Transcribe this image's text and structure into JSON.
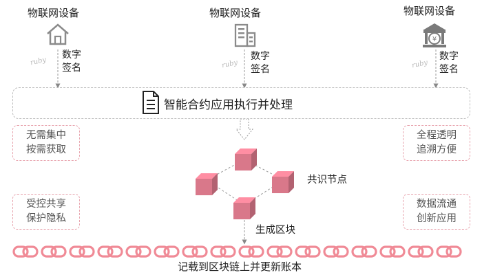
{
  "devices": [
    {
      "label": "物联网设备",
      "icon": "house-icon"
    },
    {
      "label": "物联网设备",
      "icon": "office-building-icon"
    },
    {
      "label": "物联网设备",
      "icon": "bank-yen-icon"
    }
  ],
  "signature": {
    "line1": "数字",
    "line2": "签名",
    "watermark": "ruby"
  },
  "contract": {
    "text": "智能合约应用执行并处理",
    "icon": "document-icon"
  },
  "features": {
    "left_top": [
      "无需集中",
      "按需获取"
    ],
    "left_bottom": [
      "受控共享",
      "保护隐私"
    ],
    "right_top": [
      "全程透明",
      "追溯方便"
    ],
    "right_bottom": [
      "数据流通",
      "创新应用"
    ]
  },
  "consensus_label": "共识节点",
  "block_label": "生成区块",
  "chain_footer": "记载到区块链上并更新账本",
  "colors": {
    "cube": "#d9788a",
    "chain": "#f08a96",
    "feature_border": "#e8a3ad"
  }
}
